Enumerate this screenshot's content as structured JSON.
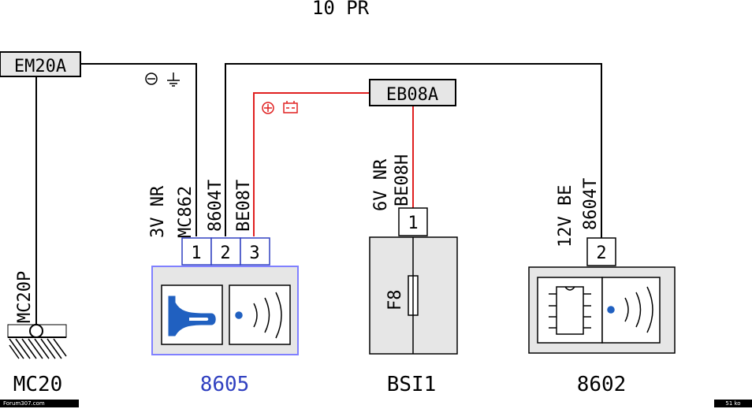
{
  "title": "10 PR",
  "colors": {
    "wire": "#000000",
    "power_wire": "#e02020",
    "accent": "#3040c0",
    "box_fill": "#e6e6e6",
    "component_border": "#8080ff"
  },
  "connectors": {
    "em20a": "EM20A",
    "eb08a": "EB08A"
  },
  "symbols": {
    "ground": "⊖ ⏚",
    "battery": "⊕ battery-icon"
  },
  "wires": {
    "mc862": {
      "code": "MC862",
      "spec": "3V NR"
    },
    "w8604_a": {
      "code": "8604T"
    },
    "be08t": {
      "code": "BE08T"
    },
    "be08h": {
      "code": "BE08H",
      "spec": "6V NR"
    },
    "w8604_b": {
      "code": "8604T",
      "spec": "12V BE"
    },
    "mc20p": {
      "code": "MC20P"
    }
  },
  "pins": {
    "horn": [
      "1",
      "2",
      "3"
    ],
    "bsi": [
      "1"
    ],
    "alarm": [
      "2"
    ]
  },
  "fuse": "F8",
  "components": {
    "ground": "MC20",
    "horn": "8605",
    "bsi": "BSI1",
    "alarm": "8602"
  },
  "footer": {
    "site": "Forum307.com",
    "size": "51 ko"
  }
}
